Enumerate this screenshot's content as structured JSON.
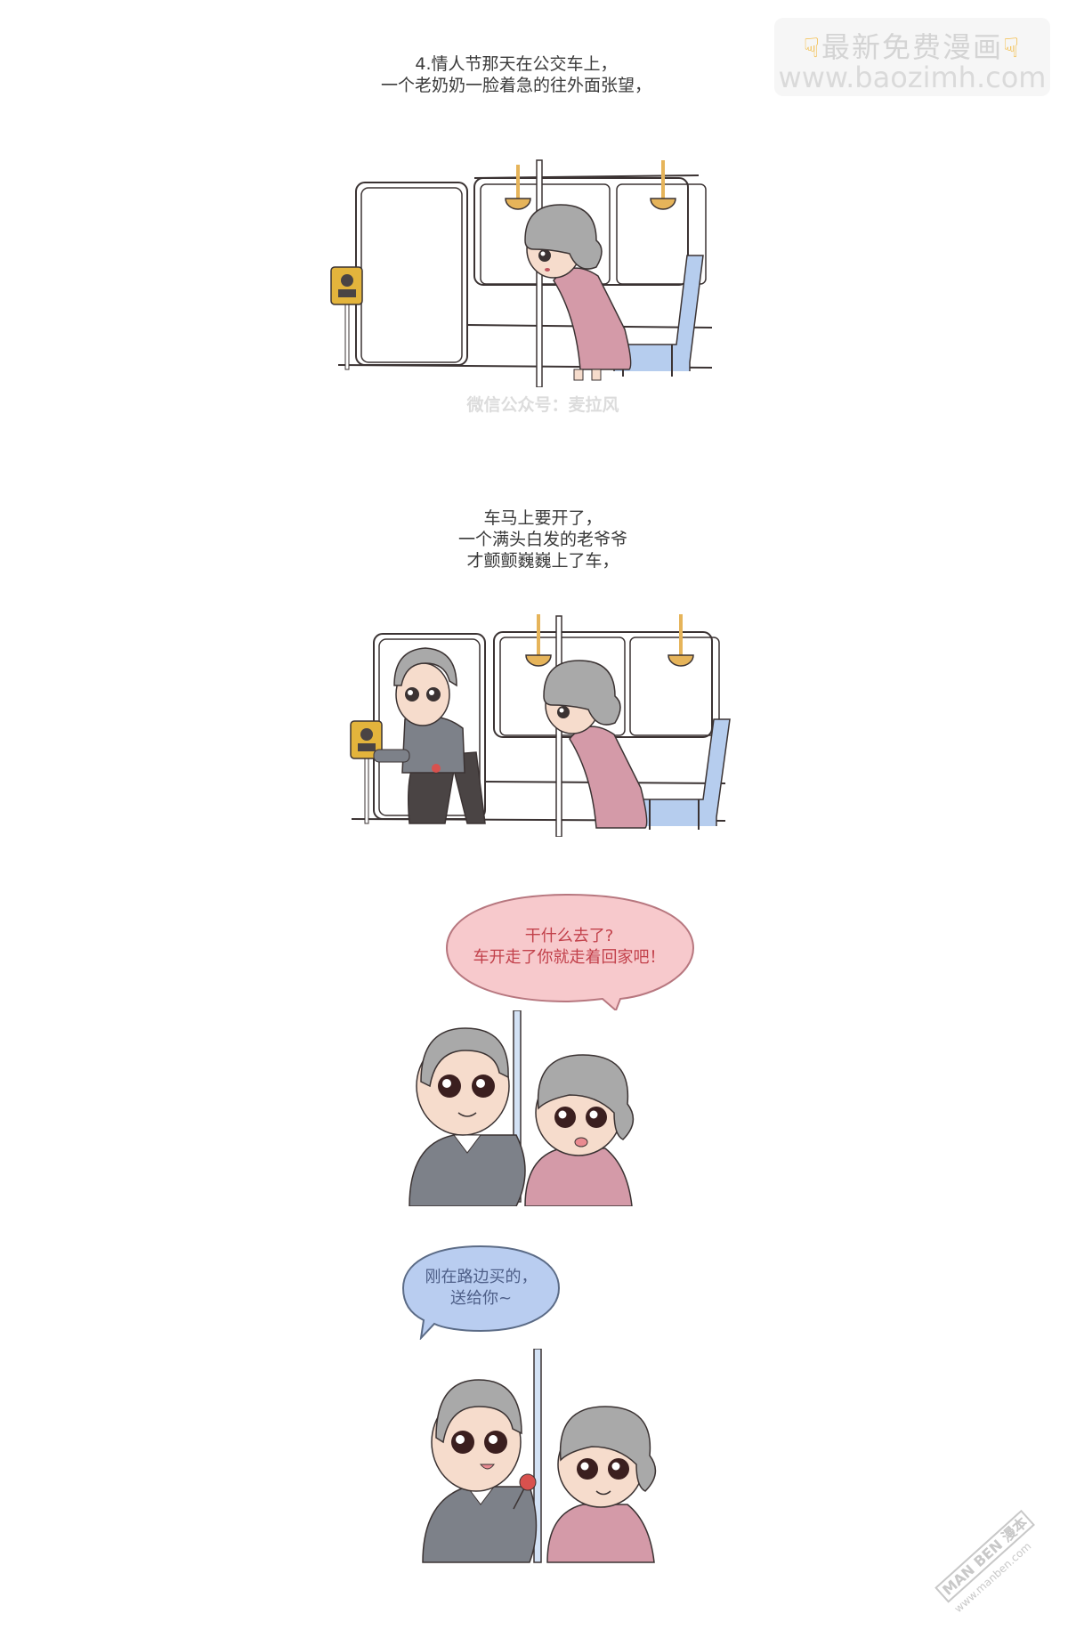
{
  "watermark": {
    "line1": "最新免费漫画",
    "line2": "www.baozimh.com",
    "hand_icon": "pointing-down-hand"
  },
  "panels": [
    {
      "caption": [
        "4.情人节那天在公交车上，",
        "一个老奶奶一脸着急的往外面张望，"
      ],
      "scene": "bus interior, grandma alone holding pole, looking outside anxiously"
    },
    {
      "credit": "微信公众号：麦拉风"
    },
    {
      "caption": [
        "车马上要开了，",
        "一个满头白发的老爷爷",
        "才颤颤巍巍上了车，"
      ],
      "scene": "grandpa steps onto bus holding a rose, grandma waits"
    },
    {
      "bubble": [
        "干什么去了?",
        "车开走了你就走着回家吧！"
      ],
      "bubble_color": "#f7c9cc",
      "bubble_border": "#b7777f",
      "bubble_text_color": "#c2414b",
      "scene": "grandpa smiling, grandma scolding, both holding pole"
    },
    {
      "bubble": [
        "刚在路边买的，",
        "送给你~"
      ],
      "bubble_color": "#b9cdf0",
      "bubble_border": "#5b6b86",
      "bubble_text_color": "#4e5f88",
      "scene": "grandpa gives rose to grandma, grandma smiles"
    }
  ],
  "corner_watermark": {
    "logo": "MAN BEN 漫本",
    "url": "www.manben.com"
  },
  "colors": {
    "hair": "#a9a9a9",
    "skin": "#f6dccc",
    "grandma_dress": "#d49aa8",
    "grandpa_sweater": "#7d8189",
    "seat": "#b6cdee",
    "handle": "#e6b45a",
    "stop_button": "#e3b43c",
    "line": "#3b3333"
  }
}
